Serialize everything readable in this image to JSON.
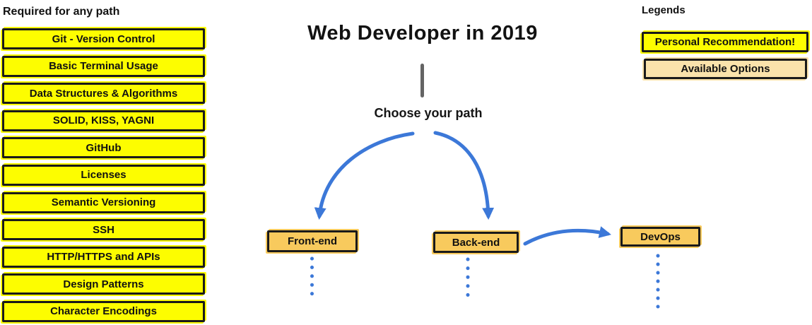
{
  "left_panel": {
    "heading": "Required for any path",
    "items": [
      "Git - Version Control",
      "Basic Terminal Usage",
      "Data Structures & Algorithms",
      "SOLID, KISS, YAGNI",
      "GitHub",
      "Licenses",
      "Semantic Versioning",
      "SSH",
      "HTTP/HTTPS and APIs",
      "Design Patterns",
      "Character Encodings"
    ]
  },
  "center": {
    "title": "Web Developer in 2019",
    "subtitle": "Choose your path",
    "paths": [
      {
        "label": "Front-end"
      },
      {
        "label": "Back-end"
      },
      {
        "label": "DevOps"
      }
    ]
  },
  "legend": {
    "heading": "Legends",
    "items": [
      {
        "label": "Personal Recommendation!",
        "color": "#FDFD00"
      },
      {
        "label": "Available Options",
        "color": "#FAE2AB"
      }
    ]
  },
  "colors": {
    "highlight_yellow": "#FDFD00",
    "path_gold": "#F8CA5D",
    "option_tan": "#FAE2AB",
    "arrow_blue": "#3C78D8",
    "connector_gray": "#646464",
    "border_black": "#1A1A1A"
  }
}
